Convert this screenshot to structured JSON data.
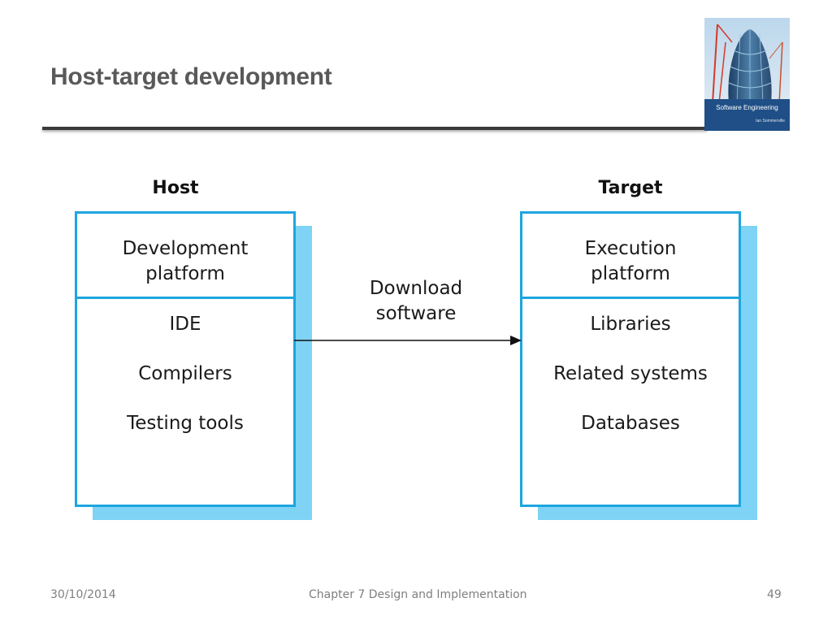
{
  "slide": {
    "title": "Host-target development",
    "cover": {
      "title": "Software Engineering",
      "author": "Ian Sommerville"
    }
  },
  "diagram": {
    "host": {
      "heading": "Host",
      "platform": "Development\nplatform",
      "items": [
        "IDE",
        "Compilers",
        "Testing tools"
      ]
    },
    "target": {
      "heading": "Target",
      "platform": "Execution\nplatform",
      "items": [
        "Libraries",
        "Related systems",
        "Databases"
      ]
    },
    "arrow_label": "Download\nsoftware"
  },
  "footer": {
    "date": "30/10/2014",
    "chapter": "Chapter 7 Design and Implementation",
    "page": "49"
  },
  "colors": {
    "box_border": "#1ea5df",
    "box_shadow": "#7fd3f5",
    "title": "#595959"
  }
}
